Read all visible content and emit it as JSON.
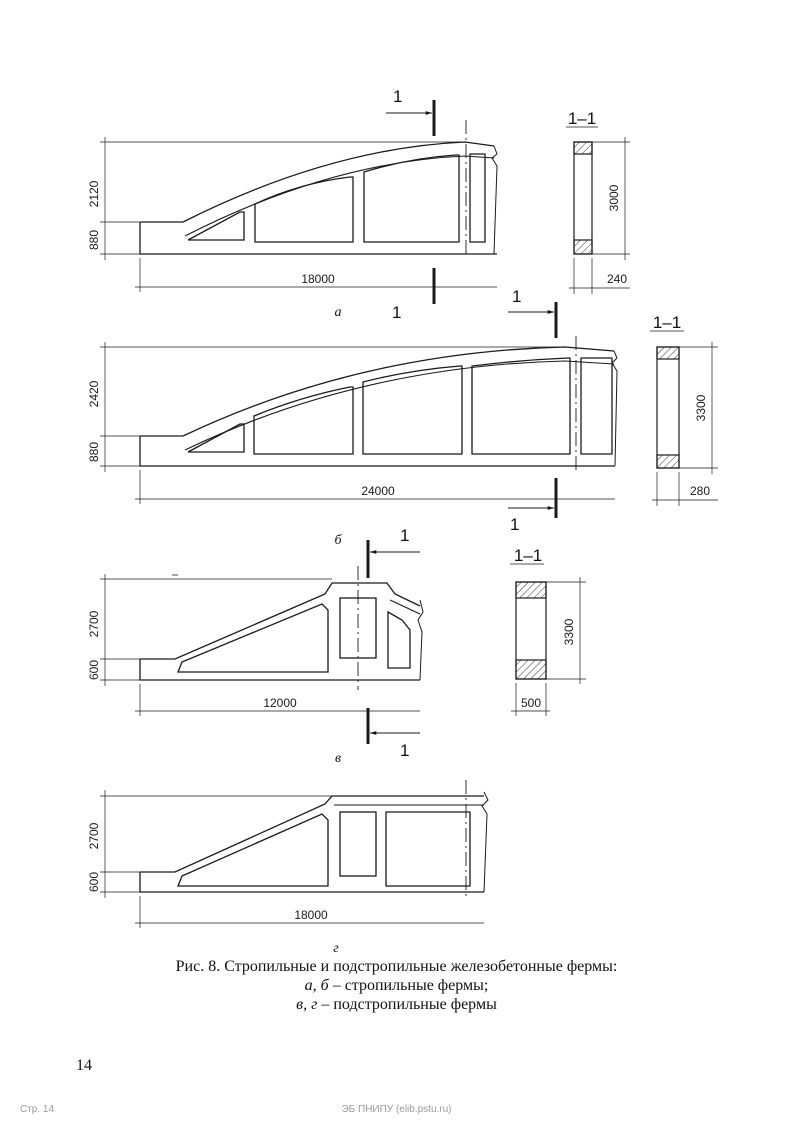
{
  "figures": {
    "a": {
      "label": "а",
      "dims": {
        "height_top": "2120",
        "height_bottom": "880",
        "span": "18000"
      },
      "section": {
        "title": "1–1",
        "height": "3000",
        "width": "240"
      },
      "cut_mark": "1"
    },
    "b": {
      "label": "б",
      "dims": {
        "height_top": "2420",
        "height_bottom": "880",
        "span": "24000"
      },
      "section": {
        "title": "1–1",
        "height": "3300",
        "width": "280"
      },
      "cut_mark": "1"
    },
    "v": {
      "label": "в",
      "dims": {
        "height_top": "2700",
        "height_bottom": "600",
        "span": "12000"
      },
      "section": {
        "title": "1–1",
        "height": "3300",
        "width": "500"
      },
      "cut_mark": "1"
    },
    "g": {
      "label": "г",
      "dims": {
        "height_top": "2700",
        "height_bottom": "600",
        "span": "18000"
      }
    }
  },
  "caption": {
    "line1": "Рис. 8. Стропильные и подстропильные железобетонные фермы:",
    "line2_letters": "а, б",
    "line2_text": " – стропильные фермы;",
    "line3_letters": "в, г",
    "line3_text": " – подстропильные фермы"
  },
  "page_number": "14",
  "footer": {
    "left": "Стр. 14",
    "center": "ЭБ ПНИПУ (elib.pstu.ru)"
  }
}
